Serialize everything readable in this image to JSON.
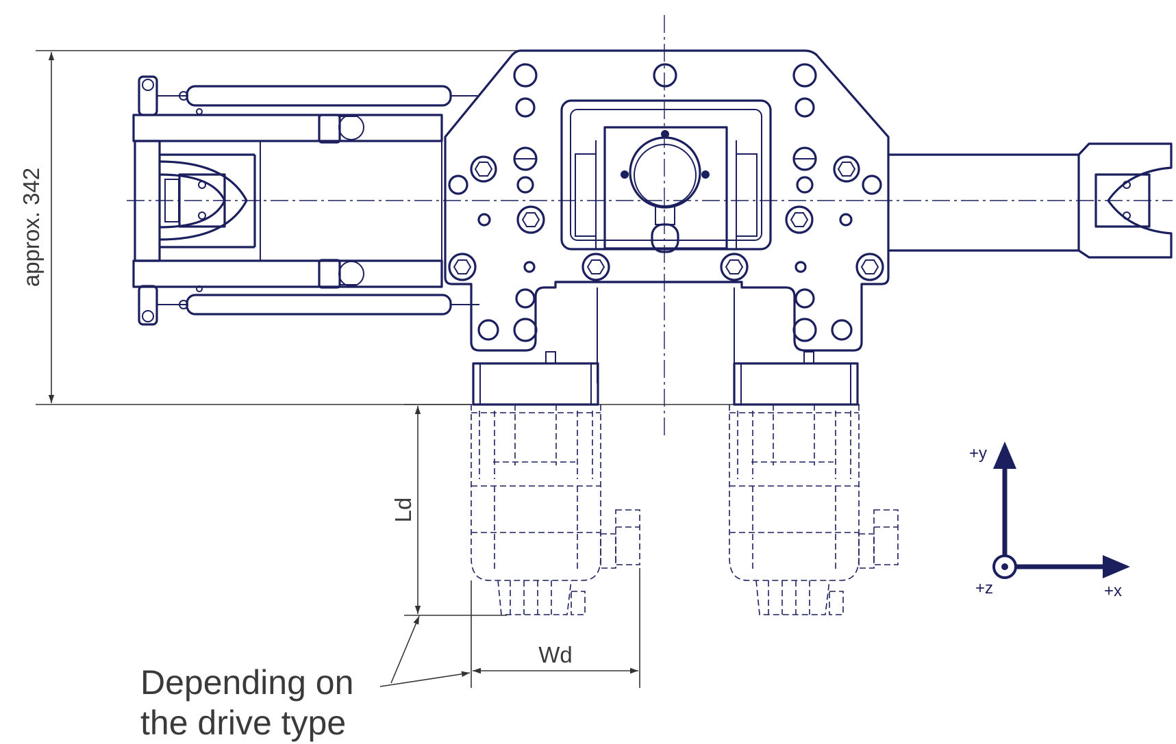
{
  "colors": {
    "ink": "#1c1f5e",
    "dimension": "#333333",
    "text": "#3a3a3a",
    "background": "#ffffff"
  },
  "dimensions": {
    "height_label": "approx. 342",
    "drive_length_label": "Ld",
    "drive_width_label": "Wd"
  },
  "note": {
    "line1": "Depending on",
    "line2": "the drive type"
  },
  "axes": {
    "y_label": "+y",
    "x_label": "+x",
    "z_label": "+z"
  },
  "icons": [
    "coordinate-axes-icon",
    "axis-z-out-of-plane-icon"
  ]
}
